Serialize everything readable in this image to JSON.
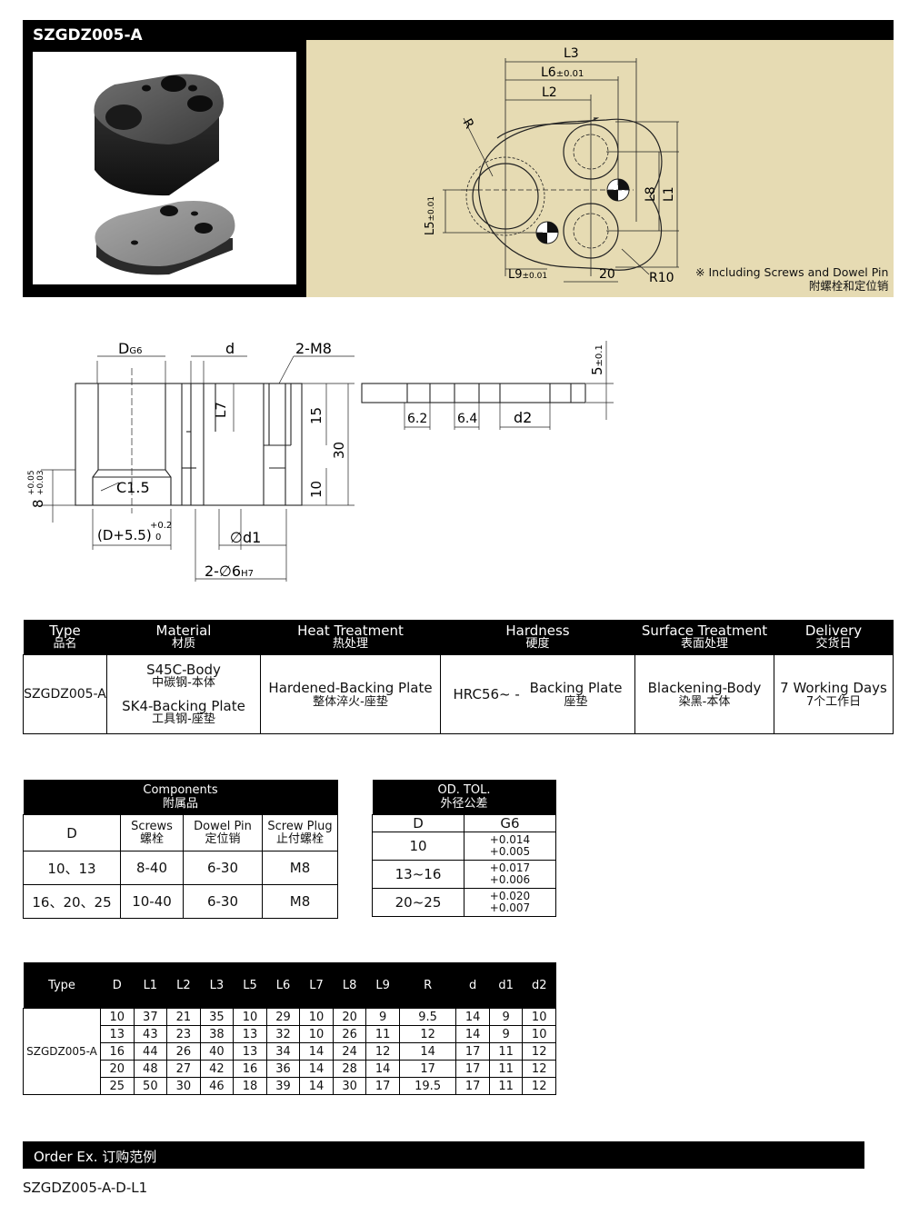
{
  "header": {
    "title": "SZGDZ005-A",
    "note_en": "※ Including Screws and Dowel Pin",
    "note_cn": "附螺栓和定位销"
  },
  "top_drawing_labels": {
    "L3": "L3",
    "L6": "L6",
    "L6_tol": "±0.01",
    "L2": "L2",
    "R": "R",
    "L8": "L8",
    "L1": "L1",
    "L5": "L5",
    "L5_tol": "±0.01",
    "L9": "L9",
    "L9_tol": "±0.01",
    "w20": "20",
    "R10": "R10"
  },
  "section_drawing_labels": {
    "D": "D",
    "D_sub": "G6",
    "d": "d",
    "m8": "2-M8",
    "L7": "L7",
    "h15": "15",
    "h30": "30",
    "h10": "10",
    "c15": "C1.5",
    "h8": "8",
    "h8_tol_up": "+0.05",
    "h8_tol_dn": "+0.03",
    "d55": "(D+5.5)",
    "d55_up": "+0.2",
    "d55_dn": "0",
    "d1": "∅d1",
    "pin": "2-∅6",
    "pin_sub": "H7",
    "t5": "5",
    "t5_tol": "±0.1",
    "w62": "6.2",
    "w64": "6.4",
    "d2": "d2"
  },
  "spec_table": {
    "headers": [
      {
        "en": "Type",
        "cn": "品名"
      },
      {
        "en": "Material",
        "cn": "材质"
      },
      {
        "en": "Heat Treatment",
        "cn": "热处理"
      },
      {
        "en": "Hardness",
        "cn": "硬度"
      },
      {
        "en": "Surface Treatment",
        "cn": "表面处理"
      },
      {
        "en": "Delivery",
        "cn": "交货日"
      }
    ],
    "type": "SZGDZ005-A",
    "material_1_en": "S45C-Body",
    "material_1_cn": "中碳钢-本体",
    "material_2_en": "SK4-Backing Plate",
    "material_2_cn": "工具钢-座垫",
    "heat_en": "Hardened-Backing Plate",
    "heat_cn": "整体淬火-座垫",
    "hardness_val": "HRC56~ -",
    "hardness_en": "Backing Plate",
    "hardness_cn": "座垫",
    "surface_en": "Blackening-Body",
    "surface_cn": "染黑-本体",
    "delivery_en": "7 Working Days",
    "delivery_cn": "7个工作日"
  },
  "components": {
    "title_en": "Components",
    "title_cn": "附属品",
    "col_d": "D",
    "col_screws_en": "Screws",
    "col_screws_cn": "螺栓",
    "col_dowel_en": "Dowel Pin",
    "col_dowel_cn": "定位销",
    "col_plug_en": "Screw Plug",
    "col_plug_cn": "止付螺栓",
    "rows": [
      [
        "10、13",
        "8-40",
        "6-30",
        "M8"
      ],
      [
        "16、20、25",
        "10-40",
        "6-30",
        "M8"
      ]
    ]
  },
  "od_tol": {
    "title_en": "OD. TOL.",
    "title_cn": "外径公差",
    "col_d": "D",
    "col_g6": "G6",
    "rows": [
      {
        "d": "10",
        "up": "+0.014",
        "dn": "+0.005"
      },
      {
        "d": "13~16",
        "up": "+0.017",
        "dn": "+0.006"
      },
      {
        "d": "20~25",
        "up": "+0.020",
        "dn": "+0.007"
      }
    ]
  },
  "dims_table": {
    "headers": [
      "Type",
      "D",
      "L1",
      "L2",
      "L3",
      "L5",
      "L6",
      "L7",
      "L8",
      "L9",
      "R",
      "d",
      "d1",
      "d2"
    ],
    "type": "SZGDZ005-A",
    "rows": [
      [
        "10",
        "37",
        "21",
        "35",
        "10",
        "29",
        "10",
        "20",
        "9",
        "9.5",
        "14",
        "9",
        "10"
      ],
      [
        "13",
        "43",
        "23",
        "38",
        "13",
        "32",
        "10",
        "26",
        "11",
        "12",
        "14",
        "9",
        "10"
      ],
      [
        "16",
        "44",
        "26",
        "40",
        "13",
        "34",
        "14",
        "24",
        "12",
        "14",
        "17",
        "11",
        "12"
      ],
      [
        "20",
        "48",
        "27",
        "42",
        "16",
        "36",
        "14",
        "28",
        "14",
        "17",
        "17",
        "11",
        "12"
      ],
      [
        "25",
        "50",
        "30",
        "46",
        "18",
        "39",
        "14",
        "30",
        "17",
        "19.5",
        "17",
        "11",
        "12"
      ]
    ]
  },
  "order": {
    "title": "Order Ex. 订购范例",
    "example": "SZGDZ005-A-D-L1"
  },
  "colors": {
    "tan": "#e6dbb3",
    "black": "#000000"
  }
}
